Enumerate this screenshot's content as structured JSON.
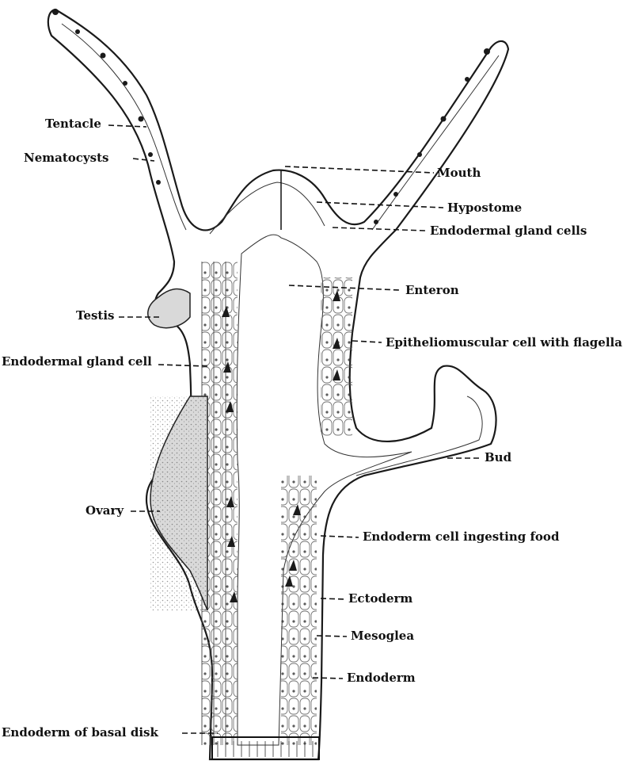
{
  "diagram": {
    "labels": {
      "tentacle": "Tentacle",
      "nematocysts": "Nematocysts",
      "mouth": "Mouth",
      "hypostome": "Hypostome",
      "endodermal_gland_cells": "Endodermal gland cells",
      "enteron": "Enteron",
      "testis": "Testis",
      "epitheliomuscular": "Epitheliomuscular cell with flagella",
      "endodermal_gland_cell": "Endodermal gland cell",
      "bud": "Bud",
      "ovary": "Ovary",
      "endoderm_ingesting": "Endoderm cell ingesting food",
      "ectoderm": "Ectoderm",
      "mesoglea": "Mesoglea",
      "endoderm": "Endoderm",
      "endoderm_basal_disk": "Endoderm of basal disk"
    }
  }
}
